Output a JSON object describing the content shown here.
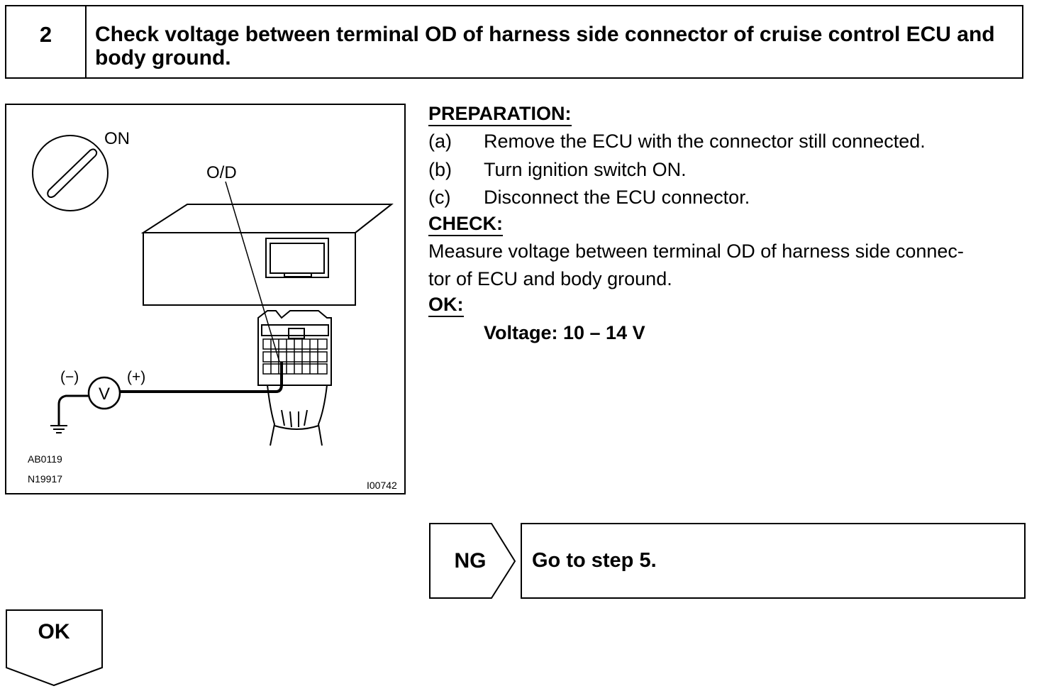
{
  "step": {
    "number": "2",
    "title": "Check voltage between terminal OD of harness side connector of cruise control ECU and body ground."
  },
  "figure": {
    "ignition_label": "ON",
    "terminal_label": "O/D",
    "voltmeter_symbol": "V",
    "neg_label": "(−)",
    "pos_label": "(+)",
    "codes": [
      "AB0119",
      "N19917",
      "I00742"
    ]
  },
  "preparation": {
    "heading": "PREPARATION:",
    "items": [
      {
        "label": "(a)",
        "text": "Remove the ECU with the connector still connected."
      },
      {
        "label": "(b)",
        "text": "Turn ignition switch ON."
      },
      {
        "label": "(c)",
        "text": "Disconnect the ECU connector."
      }
    ]
  },
  "check": {
    "heading": "CHECK:",
    "line1": "Measure voltage between terminal OD of harness side connec-",
    "line2": "tor of ECU and body ground."
  },
  "ok_spec": {
    "heading": "OK:",
    "value": "Voltage: 10 – 14 V"
  },
  "ng_branch": {
    "label": "NG",
    "action": "Go to step 5."
  },
  "ok_branch": {
    "label": "OK"
  }
}
